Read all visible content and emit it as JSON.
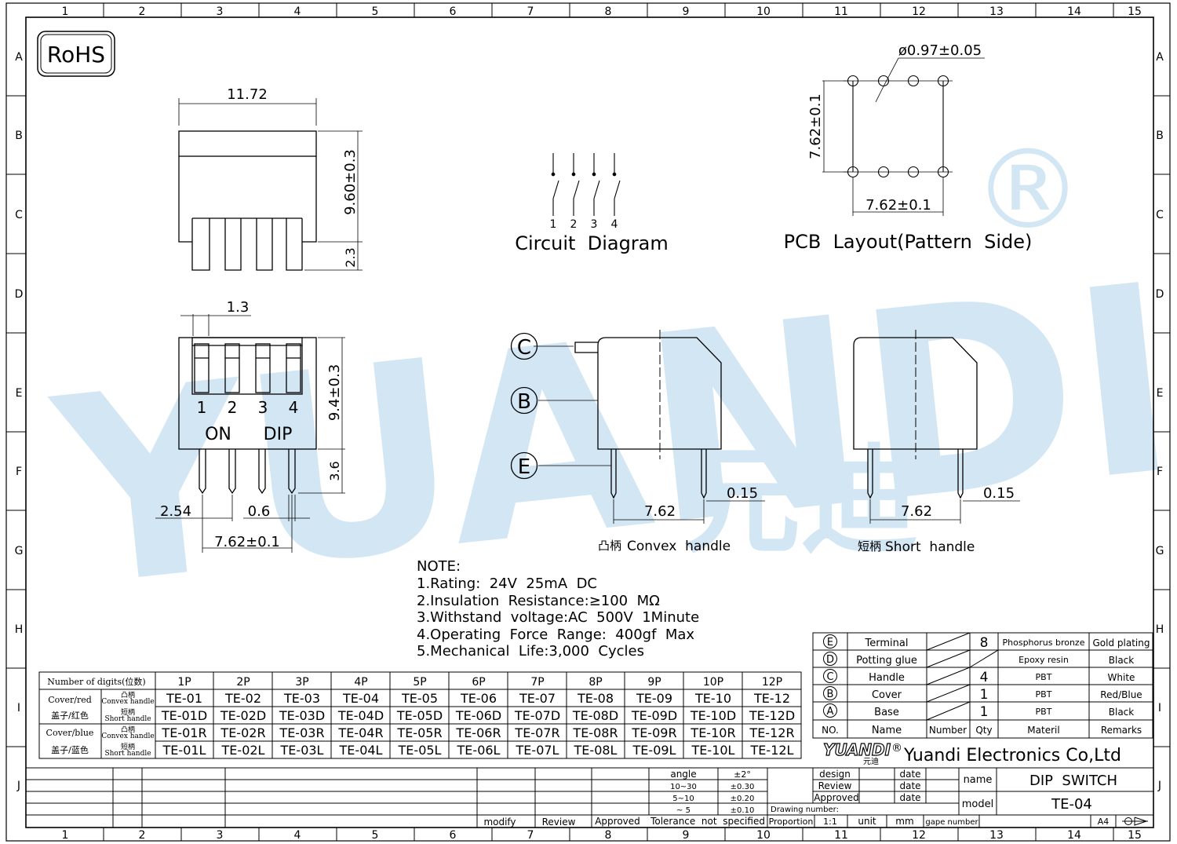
{
  "rohs": "RoHS",
  "watermark": {
    "text": "YUANDI",
    "cn": "元迪",
    "reg": "®",
    "color_blue": "#3b8fd0",
    "color_green": "#7bc25a"
  },
  "border": {
    "columns": [
      "1",
      "2",
      "3",
      "4",
      "5",
      "6",
      "7",
      "8",
      "9",
      "10",
      "11",
      "12",
      "13",
      "14",
      "15"
    ],
    "rows": [
      "A",
      "B",
      "C",
      "D",
      "E",
      "F",
      "G",
      "H",
      "I",
      "J"
    ]
  },
  "front_view": {
    "width": "11.72",
    "height": "9.60±0.3",
    "pin": "2.3"
  },
  "top_view": {
    "pitch_top": "1.3",
    "height": "9.4±0.3",
    "pin": "3.6",
    "switch_numbers": [
      "1",
      "2",
      "3",
      "4"
    ],
    "on_label": "ON",
    "dip_label": "DIP",
    "pitch": "2.54",
    "pin_width": "0.6",
    "row_spacing": "7.62±0.1"
  },
  "circuit": {
    "numbers": [
      "1",
      "2",
      "3",
      "4"
    ],
    "title": "Circuit  Diagram"
  },
  "pcb": {
    "hole": "ø0.97±0.05",
    "vertical": "7.62±0.1",
    "horizontal": "7.62±0.1",
    "title": "PCB  Layout(Pattern  Side)"
  },
  "side_views": {
    "callouts": [
      "C",
      "B",
      "E"
    ],
    "convex": {
      "span": "7.62",
      "thick": "0.15",
      "label_cn": "凸柄",
      "label": "Convex  handle"
    },
    "short": {
      "span": "7.62",
      "thick": "0.15",
      "label_cn": "短柄",
      "label": "Short  handle"
    }
  },
  "notes": [
    "NOTE:",
    "1.Rating:  24V  25mA  DC",
    "2.Insulation  Resistance:≥100  MΩ",
    "3.Withstand  voltage:AC  500V  1Minute",
    "4.Operating  Force  Range:  400gf  Max",
    "5.Mechanical  Life:3,000  Cycles"
  ],
  "digits_table": {
    "header_label": "Number of digits(位数)",
    "columns": [
      "1P",
      "2P",
      "3P",
      "4P",
      "5P",
      "6P",
      "7P",
      "8P",
      "9P",
      "10P",
      "12P"
    ],
    "group1": {
      "label_en": "Cover/red",
      "label_cn": "盖子/红色"
    },
    "group2": {
      "label_en": "Cover/blue",
      "label_cn": "盖子/蓝色"
    },
    "rows": [
      {
        "cn": "凸柄",
        "en": "Convex handle",
        "cells": [
          "TE-01",
          "TE-02",
          "TE-03",
          "TE-04",
          "TE-05",
          "TE-06",
          "TE-07",
          "TE-08",
          "TE-09",
          "TE-10",
          "TE-12"
        ]
      },
      {
        "cn": "短柄",
        "en": "Short handle",
        "cells": [
          "TE-01D",
          "TE-02D",
          "TE-03D",
          "TE-04D",
          "TE-05D",
          "TE-06D",
          "TE-07D",
          "TE-08D",
          "TE-09D",
          "TE-10D",
          "TE-12D"
        ]
      },
      {
        "cn": "凸柄",
        "en": "Convex handle",
        "cells": [
          "TE-01R",
          "TE-02R",
          "TE-03R",
          "TE-04R",
          "TE-05R",
          "TE-06R",
          "TE-07R",
          "TE-08R",
          "TE-09R",
          "TE-10R",
          "TE-12R"
        ]
      },
      {
        "cn": "短柄",
        "en": "Short handle",
        "cells": [
          "TE-01L",
          "TE-02L",
          "TE-03L",
          "TE-04L",
          "TE-05L",
          "TE-06L",
          "TE-07L",
          "TE-08L",
          "TE-09L",
          "TE-10L",
          "TE-12L"
        ]
      }
    ]
  },
  "bom": {
    "rows": [
      {
        "no": "E",
        "name": "Terminal",
        "number": "",
        "qty": "8",
        "material": "Phosphorus bronze",
        "remarks": "Gold plating"
      },
      {
        "no": "D",
        "name": "Potting glue",
        "number": "",
        "qty": "",
        "material": "Epoxy resin",
        "remarks": "Black"
      },
      {
        "no": "C",
        "name": "Handle",
        "number": "",
        "qty": "4",
        "material": "PBT",
        "remarks": "White"
      },
      {
        "no": "B",
        "name": "Cover",
        "number": "",
        "qty": "1",
        "material": "PBT",
        "remarks": "Red/Blue"
      },
      {
        "no": "A",
        "name": "Base",
        "number": "",
        "qty": "1",
        "material": "PBT",
        "remarks": "Black"
      }
    ],
    "header": {
      "no": "NO.",
      "name": "Name",
      "number": "Number",
      "qty": "Qty",
      "material": "Materil",
      "remarks": "Remarks"
    }
  },
  "company": {
    "logo": "YUANDI",
    "logo_cn": "元迪",
    "reg": "®",
    "name": "Yuandi Electronics Co,Ltd"
  },
  "title_block": {
    "design": "design",
    "review": "Review",
    "approved": "Approved",
    "date": "date",
    "name_label": "name",
    "name_value": "DIP  SWITCH",
    "model_label": "model",
    "model_value": "TE-04",
    "drawing_number": "Drawing number:",
    "proportion": "Proportion",
    "scale": "1:1",
    "unit": "unit",
    "unit_value": "mm",
    "gape_number": "gape number",
    "size": "A4",
    "tolerance": [
      {
        "range": "angle",
        "value": "±2°"
      },
      {
        "range": "10~30",
        "value": "±0.30"
      },
      {
        "range": "5~10",
        "value": "±0.20"
      },
      {
        "range": "~ 5",
        "value": "±0.10"
      }
    ],
    "tolerance_note": "Tolerance  not  specified",
    "revision": {
      "modify": "modify",
      "review": "Review",
      "approved": "Approved"
    }
  }
}
